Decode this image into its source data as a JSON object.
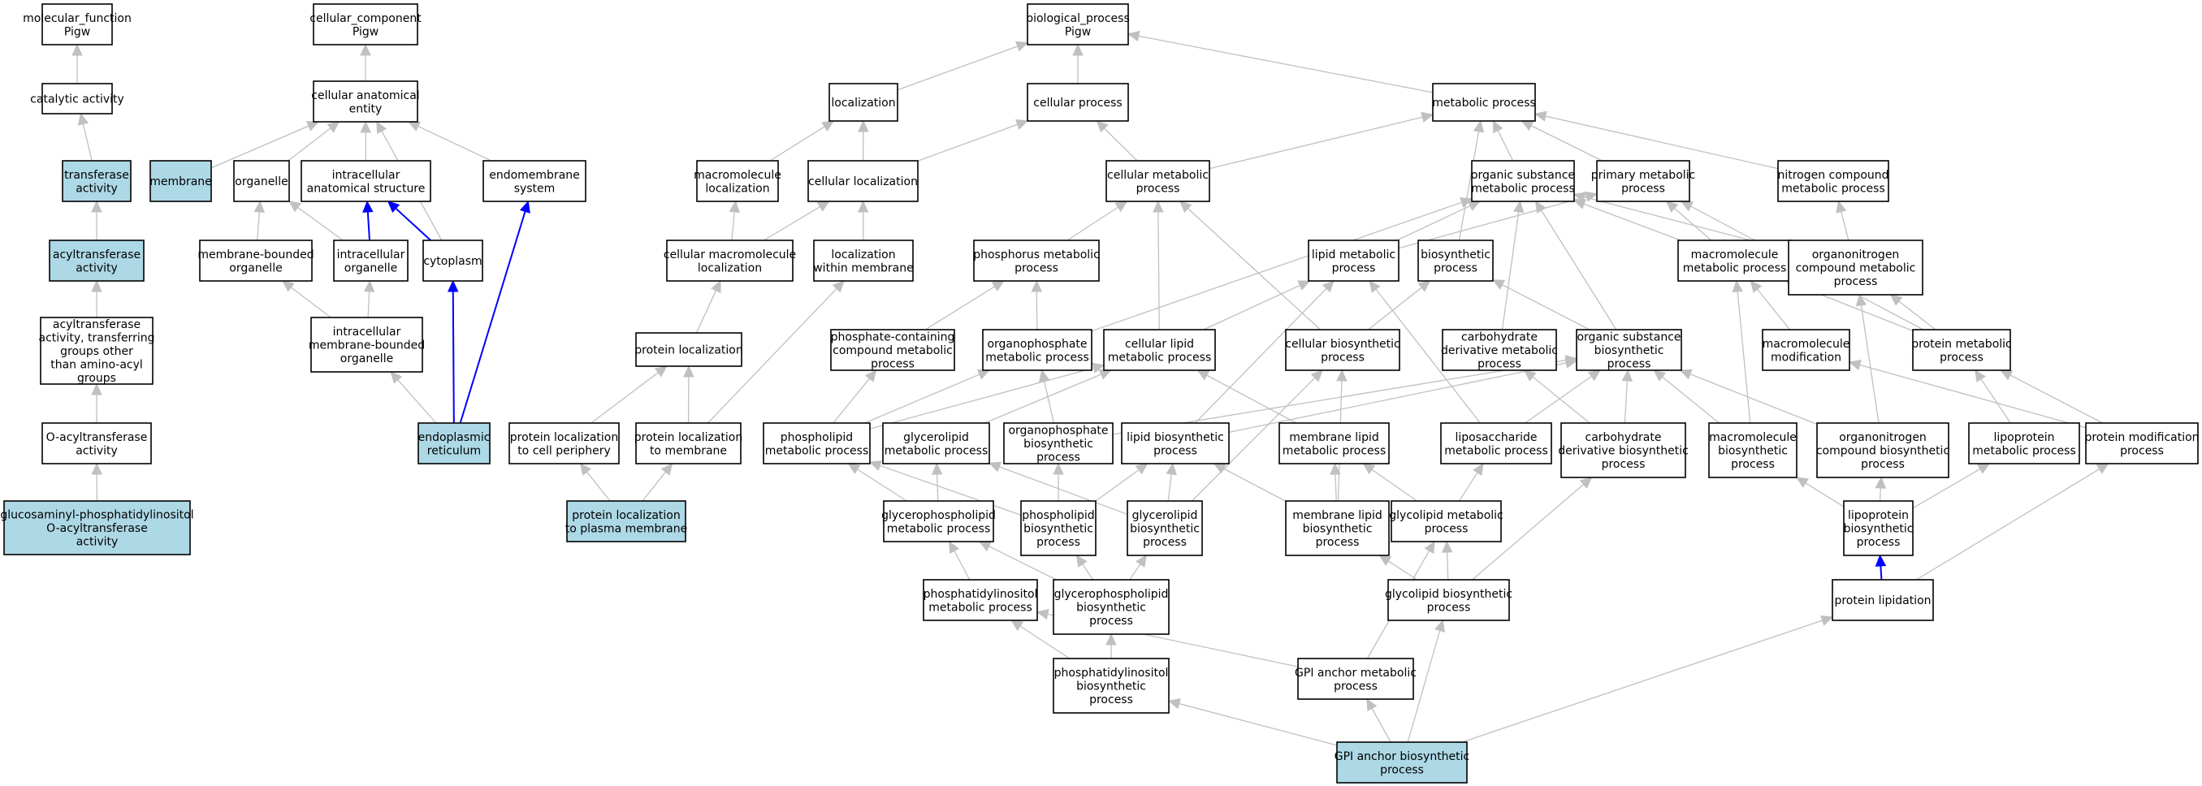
{
  "colors": {
    "highlight_fill": "#add8e6",
    "node_fill": "#ffffff",
    "node_stroke": "#000000",
    "edge_gray": "#c0c0c0",
    "edge_blue": "#0000ff"
  },
  "nodes": [
    {
      "id": "mf",
      "lines": [
        "molecular_function",
        "Pigw"
      ],
      "highlight": false
    },
    {
      "id": "cat",
      "lines": [
        "catalytic activity"
      ],
      "highlight": false
    },
    {
      "id": "transf",
      "lines": [
        "transferase",
        "activity"
      ],
      "highlight": true
    },
    {
      "id": "acylt",
      "lines": [
        "acyltransferase",
        "activity"
      ],
      "highlight": true
    },
    {
      "id": "acylt2",
      "lines": [
        "acyltransferase",
        "activity, transferring",
        "groups other",
        "than amino-acyl",
        "groups"
      ],
      "highlight": false
    },
    {
      "id": "oacyl",
      "lines": [
        "O-acyltransferase",
        "activity"
      ],
      "highlight": false
    },
    {
      "id": "gpio",
      "lines": [
        "glucosaminyl-phosphatidylinositol",
        "O-acyltransferase",
        "activity"
      ],
      "highlight": true
    },
    {
      "id": "cc",
      "lines": [
        "cellular_component",
        "Pigw"
      ],
      "highlight": false
    },
    {
      "id": "cae",
      "lines": [
        "cellular anatomical",
        "entity"
      ],
      "highlight": false
    },
    {
      "id": "membrane",
      "lines": [
        "membrane"
      ],
      "highlight": true
    },
    {
      "id": "organelle",
      "lines": [
        "organelle"
      ],
      "highlight": false
    },
    {
      "id": "ias",
      "lines": [
        "intracellular",
        "anatomical structure"
      ],
      "highlight": false
    },
    {
      "id": "endosys",
      "lines": [
        "endomembrane",
        "system"
      ],
      "highlight": false
    },
    {
      "id": "mbo",
      "lines": [
        "membrane-bounded",
        "organelle"
      ],
      "highlight": false
    },
    {
      "id": "io",
      "lines": [
        "intracellular",
        "organelle"
      ],
      "highlight": false
    },
    {
      "id": "cyto",
      "lines": [
        "cytoplasm"
      ],
      "highlight": false
    },
    {
      "id": "imbo",
      "lines": [
        "intracellular",
        "membrane-bounded",
        "organelle"
      ],
      "highlight": false
    },
    {
      "id": "er",
      "lines": [
        "endoplasmic",
        "reticulum"
      ],
      "highlight": true
    },
    {
      "id": "bp",
      "lines": [
        "biological_process",
        "Pigw"
      ],
      "highlight": false
    },
    {
      "id": "loc",
      "lines": [
        "localization"
      ],
      "highlight": false
    },
    {
      "id": "cp",
      "lines": [
        "cellular process"
      ],
      "highlight": false
    },
    {
      "id": "mp",
      "lines": [
        "metabolic process"
      ],
      "highlight": false
    },
    {
      "id": "mloc",
      "lines": [
        "macromolecule",
        "localization"
      ],
      "highlight": false
    },
    {
      "id": "cloc",
      "lines": [
        "cellular localization"
      ],
      "highlight": false
    },
    {
      "id": "cmp",
      "lines": [
        "cellular metabolic",
        "process"
      ],
      "highlight": false
    },
    {
      "id": "osmp",
      "lines": [
        "organic substance",
        "metabolic process"
      ],
      "highlight": false
    },
    {
      "id": "pmp",
      "lines": [
        "primary metabolic",
        "process"
      ],
      "highlight": false
    },
    {
      "id": "ncmp",
      "lines": [
        "nitrogen compound",
        "metabolic process"
      ],
      "highlight": false
    },
    {
      "id": "cmloc",
      "lines": [
        "cellular macromolecule",
        "localization"
      ],
      "highlight": false
    },
    {
      "id": "locwm",
      "lines": [
        "localization",
        "within membrane"
      ],
      "highlight": false
    },
    {
      "id": "phmp",
      "lines": [
        "phosphorus metabolic",
        "process"
      ],
      "highlight": false
    },
    {
      "id": "lmp",
      "lines": [
        "lipid metabolic",
        "process"
      ],
      "highlight": false
    },
    {
      "id": "bsp",
      "lines": [
        "biosynthetic",
        "process"
      ],
      "highlight": false
    },
    {
      "id": "macmp",
      "lines": [
        "macromolecule",
        "metabolic process"
      ],
      "highlight": false
    },
    {
      "id": "oncmp",
      "lines": [
        "organonitrogen",
        "compound metabolic",
        "process"
      ],
      "highlight": false
    },
    {
      "id": "protloc",
      "lines": [
        "protein localization"
      ],
      "highlight": false
    },
    {
      "id": "pccmp",
      "lines": [
        "phosphate-containing",
        "compound metabolic",
        "process"
      ],
      "highlight": false
    },
    {
      "id": "opmp",
      "lines": [
        "organophosphate",
        "metabolic process"
      ],
      "highlight": false
    },
    {
      "id": "clmp",
      "lines": [
        "cellular lipid",
        "metabolic process"
      ],
      "highlight": false
    },
    {
      "id": "cbp",
      "lines": [
        "cellular biosynthetic",
        "process"
      ],
      "highlight": false
    },
    {
      "id": "cdmp",
      "lines": [
        "carbohydrate",
        "derivative metabolic",
        "process"
      ],
      "highlight": false
    },
    {
      "id": "osbp",
      "lines": [
        "organic substance",
        "biosynthetic",
        "process"
      ],
      "highlight": false
    },
    {
      "id": "macmod",
      "lines": [
        "macromolecule",
        "modification"
      ],
      "highlight": false
    },
    {
      "id": "protmp",
      "lines": [
        "protein metabolic",
        "process"
      ],
      "highlight": false
    },
    {
      "id": "plcp",
      "lines": [
        "protein localization",
        "to cell periphery"
      ],
      "highlight": false
    },
    {
      "id": "pltm",
      "lines": [
        "protein localization",
        "to membrane"
      ],
      "highlight": false
    },
    {
      "id": "phlmp",
      "lines": [
        "phospholipid",
        "metabolic process"
      ],
      "highlight": false
    },
    {
      "id": "glmp",
      "lines": [
        "glycerolipid",
        "metabolic process"
      ],
      "highlight": false
    },
    {
      "id": "opbp",
      "lines": [
        "organophosphate",
        "biosynthetic",
        "process"
      ],
      "highlight": false
    },
    {
      "id": "lbp",
      "lines": [
        "lipid biosynthetic",
        "process"
      ],
      "highlight": false
    },
    {
      "id": "mlmp",
      "lines": [
        "membrane lipid",
        "metabolic process"
      ],
      "highlight": false
    },
    {
      "id": "lsmp",
      "lines": [
        "liposaccharide",
        "metabolic process"
      ],
      "highlight": false
    },
    {
      "id": "cdbp",
      "lines": [
        "carbohydrate",
        "derivative biosynthetic",
        "process"
      ],
      "highlight": false
    },
    {
      "id": "macbp",
      "lines": [
        "macromolecule",
        "biosynthetic",
        "process"
      ],
      "highlight": false
    },
    {
      "id": "oncbp",
      "lines": [
        "organonitrogen",
        "compound biosynthetic",
        "process"
      ],
      "highlight": false
    },
    {
      "id": "lpmp",
      "lines": [
        "lipoprotein",
        "metabolic process"
      ],
      "highlight": false
    },
    {
      "id": "protmod",
      "lines": [
        "protein modification",
        "process"
      ],
      "highlight": false
    },
    {
      "id": "pltpm",
      "lines": [
        "protein localization",
        "to plasma membrane"
      ],
      "highlight": true
    },
    {
      "id": "gphlmp",
      "lines": [
        "glycerophospholipid",
        "metabolic process"
      ],
      "highlight": false
    },
    {
      "id": "phlbp",
      "lines": [
        "phospholipid",
        "biosynthetic",
        "process"
      ],
      "highlight": false
    },
    {
      "id": "glbp",
      "lines": [
        "glycerolipid",
        "biosynthetic",
        "process"
      ],
      "highlight": false
    },
    {
      "id": "mlbp",
      "lines": [
        "membrane lipid",
        "biosynthetic",
        "process"
      ],
      "highlight": false
    },
    {
      "id": "gclmp",
      "lines": [
        "glycolipid metabolic",
        "process"
      ],
      "highlight": false
    },
    {
      "id": "lpbp",
      "lines": [
        "lipoprotein",
        "biosynthetic",
        "process"
      ],
      "highlight": false
    },
    {
      "id": "pimp",
      "lines": [
        "phosphatidylinositol",
        "metabolic process"
      ],
      "highlight": false
    },
    {
      "id": "gphlbp",
      "lines": [
        "glycerophospholipid",
        "biosynthetic",
        "process"
      ],
      "highlight": false
    },
    {
      "id": "gclbp",
      "lines": [
        "glycolipid biosynthetic",
        "process"
      ],
      "highlight": false
    },
    {
      "id": "plip",
      "lines": [
        "protein lipidation"
      ],
      "highlight": false
    },
    {
      "id": "pibp",
      "lines": [
        "phosphatidylinositol",
        "biosynthetic",
        "process"
      ],
      "highlight": false
    },
    {
      "id": "gpimp",
      "lines": [
        "GPI anchor metabolic",
        "process"
      ],
      "highlight": false
    },
    {
      "id": "gpibp",
      "lines": [
        "GPI anchor biosynthetic",
        "process"
      ],
      "highlight": true
    }
  ],
  "edges": [
    {
      "from": "cat",
      "to": "mf",
      "color": "gray"
    },
    {
      "from": "transf",
      "to": "cat",
      "color": "gray"
    },
    {
      "from": "acylt",
      "to": "transf",
      "color": "gray"
    },
    {
      "from": "acylt2",
      "to": "acylt",
      "color": "gray"
    },
    {
      "from": "oacyl",
      "to": "acylt2",
      "color": "gray"
    },
    {
      "from": "gpio",
      "to": "oacyl",
      "color": "gray"
    },
    {
      "from": "cae",
      "to": "cc",
      "color": "gray"
    },
    {
      "from": "membrane",
      "to": "cae",
      "color": "gray"
    },
    {
      "from": "organelle",
      "to": "cae",
      "color": "gray"
    },
    {
      "from": "ias",
      "to": "cae",
      "color": "gray"
    },
    {
      "from": "endosys",
      "to": "cae",
      "color": "gray"
    },
    {
      "from": "cyto",
      "to": "cae",
      "color": "gray"
    },
    {
      "from": "mbo",
      "to": "organelle",
      "color": "gray"
    },
    {
      "from": "io",
      "to": "organelle",
      "color": "gray"
    },
    {
      "from": "io",
      "to": "ias",
      "color": "blue"
    },
    {
      "from": "cyto",
      "to": "ias",
      "color": "blue"
    },
    {
      "from": "imbo",
      "to": "mbo",
      "color": "gray"
    },
    {
      "from": "imbo",
      "to": "io",
      "color": "gray"
    },
    {
      "from": "er",
      "to": "imbo",
      "color": "gray"
    },
    {
      "from": "er",
      "to": "cyto",
      "color": "blue"
    },
    {
      "from": "er",
      "to": "endosys",
      "color": "blue"
    },
    {
      "from": "loc",
      "to": "bp",
      "color": "gray"
    },
    {
      "from": "cp",
      "to": "bp",
      "color": "gray"
    },
    {
      "from": "mp",
      "to": "bp",
      "color": "gray"
    },
    {
      "from": "mloc",
      "to": "loc",
      "color": "gray"
    },
    {
      "from": "cloc",
      "to": "loc",
      "color": "gray"
    },
    {
      "from": "cloc",
      "to": "cp",
      "color": "gray"
    },
    {
      "from": "cmp",
      "to": "cp",
      "color": "gray"
    },
    {
      "from": "cmp",
      "to": "mp",
      "color": "gray"
    },
    {
      "from": "osmp",
      "to": "mp",
      "color": "gray"
    },
    {
      "from": "pmp",
      "to": "mp",
      "color": "gray"
    },
    {
      "from": "ncmp",
      "to": "mp",
      "color": "gray"
    },
    {
      "from": "bsp",
      "to": "mp",
      "color": "gray"
    },
    {
      "from": "cmloc",
      "to": "mloc",
      "color": "gray"
    },
    {
      "from": "cmloc",
      "to": "cloc",
      "color": "gray"
    },
    {
      "from": "locwm",
      "to": "cloc",
      "color": "gray"
    },
    {
      "from": "phmp",
      "to": "cmp",
      "color": "gray"
    },
    {
      "from": "lmp",
      "to": "osmp",
      "color": "gray"
    },
    {
      "from": "lmp",
      "to": "pmp",
      "color": "gray"
    },
    {
      "from": "macmp",
      "to": "osmp",
      "color": "gray"
    },
    {
      "from": "macmp",
      "to": "pmp",
      "color": "gray"
    },
    {
      "from": "oncmp",
      "to": "osmp",
      "color": "gray"
    },
    {
      "from": "oncmp",
      "to": "ncmp",
      "color": "gray"
    },
    {
      "from": "protloc",
      "to": "cmloc",
      "color": "gray"
    },
    {
      "from": "pccmp",
      "to": "phmp",
      "color": "gray"
    },
    {
      "from": "opmp",
      "to": "phmp",
      "color": "gray"
    },
    {
      "from": "opmp",
      "to": "osmp",
      "color": "gray"
    },
    {
      "from": "clmp",
      "to": "cmp",
      "color": "gray"
    },
    {
      "from": "clmp",
      "to": "lmp",
      "color": "gray"
    },
    {
      "from": "cbp",
      "to": "cmp",
      "color": "gray"
    },
    {
      "from": "cbp",
      "to": "bsp",
      "color": "gray"
    },
    {
      "from": "cdmp",
      "to": "osmp",
      "color": "gray"
    },
    {
      "from": "osbp",
      "to": "osmp",
      "color": "gray"
    },
    {
      "from": "osbp",
      "to": "bsp",
      "color": "gray"
    },
    {
      "from": "macmod",
      "to": "macmp",
      "color": "gray"
    },
    {
      "from": "protmp",
      "to": "macmp",
      "color": "gray"
    },
    {
      "from": "protmp",
      "to": "oncmp",
      "color": "gray"
    },
    {
      "from": "protmp",
      "to": "pmp",
      "color": "gray"
    },
    {
      "from": "plcp",
      "to": "protloc",
      "color": "gray"
    },
    {
      "from": "pltm",
      "to": "protloc",
      "color": "gray"
    },
    {
      "from": "pltm",
      "to": "locwm",
      "color": "gray"
    },
    {
      "from": "phlmp",
      "to": "pccmp",
      "color": "gray"
    },
    {
      "from": "phlmp",
      "to": "opmp",
      "color": "gray"
    },
    {
      "from": "phlmp",
      "to": "clmp",
      "color": "gray"
    },
    {
      "from": "glmp",
      "to": "clmp",
      "color": "gray"
    },
    {
      "from": "opbp",
      "to": "opmp",
      "color": "gray"
    },
    {
      "from": "opbp",
      "to": "osbp",
      "color": "gray"
    },
    {
      "from": "lbp",
      "to": "lmp",
      "color": "gray"
    },
    {
      "from": "lbp",
      "to": "osbp",
      "color": "gray"
    },
    {
      "from": "mlmp",
      "to": "clmp",
      "color": "gray"
    },
    {
      "from": "lsmp",
      "to": "lmp",
      "color": "gray"
    },
    {
      "from": "lsmp",
      "to": "osbp",
      "color": "gray"
    },
    {
      "from": "cdbp",
      "to": "cdmp",
      "color": "gray"
    },
    {
      "from": "cdbp",
      "to": "osbp",
      "color": "gray"
    },
    {
      "from": "macbp",
      "to": "macmp",
      "color": "gray"
    },
    {
      "from": "macbp",
      "to": "osbp",
      "color": "gray"
    },
    {
      "from": "oncbp",
      "to": "oncmp",
      "color": "gray"
    },
    {
      "from": "oncbp",
      "to": "osbp",
      "color": "gray"
    },
    {
      "from": "lpmp",
      "to": "protmp",
      "color": "gray"
    },
    {
      "from": "protmod",
      "to": "macmod",
      "color": "gray"
    },
    {
      "from": "protmod",
      "to": "protmp",
      "color": "gray"
    },
    {
      "from": "pltpm",
      "to": "plcp",
      "color": "gray"
    },
    {
      "from": "pltpm",
      "to": "pltm",
      "color": "gray"
    },
    {
      "from": "gphlmp",
      "to": "phlmp",
      "color": "gray"
    },
    {
      "from": "gphlmp",
      "to": "glmp",
      "color": "gray"
    },
    {
      "from": "phlbp",
      "to": "phlmp",
      "color": "gray"
    },
    {
      "from": "phlbp",
      "to": "opbp",
      "color": "gray"
    },
    {
      "from": "phlbp",
      "to": "lbp",
      "color": "gray"
    },
    {
      "from": "glbp",
      "to": "glmp",
      "color": "gray"
    },
    {
      "from": "glbp",
      "to": "lbp",
      "color": "gray"
    },
    {
      "from": "glbp",
      "to": "cbp",
      "color": "gray"
    },
    {
      "from": "mlbp",
      "to": "mlmp",
      "color": "gray"
    },
    {
      "from": "mlbp",
      "to": "lbp",
      "color": "gray"
    },
    {
      "from": "mlbp",
      "to": "cbp",
      "color": "gray"
    },
    {
      "from": "gclmp",
      "to": "mlmp",
      "color": "gray"
    },
    {
      "from": "gclmp",
      "to": "lsmp",
      "color": "gray"
    },
    {
      "from": "lpbp",
      "to": "lpmp",
      "color": "gray"
    },
    {
      "from": "lpbp",
      "to": "macbp",
      "color": "gray"
    },
    {
      "from": "lpbp",
      "to": "oncbp",
      "color": "gray"
    },
    {
      "from": "pimp",
      "to": "gphlmp",
      "color": "gray"
    },
    {
      "from": "gphlbp",
      "to": "gphlmp",
      "color": "gray"
    },
    {
      "from": "gphlbp",
      "to": "phlbp",
      "color": "gray"
    },
    {
      "from": "gphlbp",
      "to": "glbp",
      "color": "gray"
    },
    {
      "from": "gclbp",
      "to": "mlbp",
      "color": "gray"
    },
    {
      "from": "gclbp",
      "to": "gclmp",
      "color": "gray"
    },
    {
      "from": "gclbp",
      "to": "cdbp",
      "color": "gray"
    },
    {
      "from": "plip",
      "to": "lpbp",
      "color": "blue"
    },
    {
      "from": "plip",
      "to": "protmod",
      "color": "gray"
    },
    {
      "from": "pibp",
      "to": "pimp",
      "color": "gray"
    },
    {
      "from": "pibp",
      "to": "gphlbp",
      "color": "gray"
    },
    {
      "from": "gpimp",
      "to": "pimp",
      "color": "gray"
    },
    {
      "from": "gpimp",
      "to": "gclmp",
      "color": "gray"
    },
    {
      "from": "gpibp",
      "to": "gpimp",
      "color": "gray"
    },
    {
      "from": "gpibp",
      "to": "pibp",
      "color": "gray"
    },
    {
      "from": "gpibp",
      "to": "gclbp",
      "color": "gray"
    },
    {
      "from": "gpibp",
      "to": "plip",
      "color": "gray"
    }
  ]
}
